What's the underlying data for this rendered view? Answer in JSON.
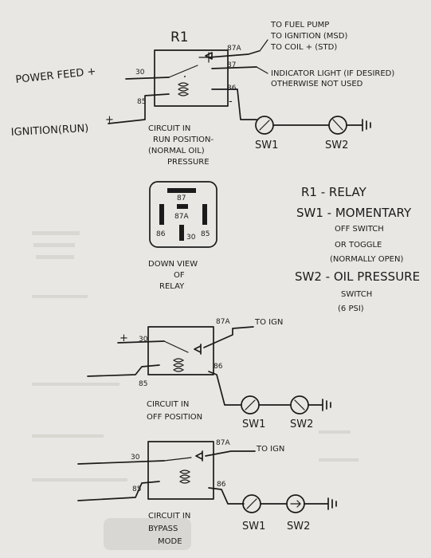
{
  "relay_run": {
    "title": "R1",
    "pin_30": "30",
    "pin_85": "85",
    "pin_87a": "87A",
    "pin_87": "87",
    "pin_86": "86",
    "plus_sign": "+",
    "minus_sign": "-",
    "power_feed": "POWER FEED +",
    "ignition_run": "IGNITION(RUN)",
    "note_line1": "TO FUEL PUMP",
    "note_line2": "TO IGNITION (MSD)",
    "note_line3": "TO COIL + (STD)",
    "indicator_line1": "INDICATOR LIGHT (IF DESIRED)",
    "indicator_line2": "OTHERWISE NOT USED",
    "caption_line1": "CIRCUIT IN",
    "caption_line2": "RUN POSITION-",
    "caption_line3": "(NORMAL OIL)",
    "caption_line4": "PRESSURE",
    "sw1": "SW1",
    "sw2": "SW2"
  },
  "relay_top_view": {
    "pin_87": "87",
    "pin_87a": "87A",
    "pin_86": "86",
    "pin_30": "30",
    "pin_85": "85",
    "caption_line1": "DOWN VIEW",
    "caption_line2": "OF",
    "caption_line3": "RELAY"
  },
  "legend": {
    "r1": "R1 - RELAY",
    "sw1_line1": "SW1 - MOMENTARY",
    "sw1_line2": "OFF SWITCH",
    "sw1_line3": "OR TOGGLE",
    "sw1_line4": "(NORMALLY OPEN)",
    "sw2_line1": "SW2 - OIL PRESSURE",
    "sw2_line2": "SWITCH",
    "sw2_line3": "(6 PSI)"
  },
  "relay_off": {
    "pin_30": "30",
    "pin_85": "85",
    "pin_87a": "87A",
    "pin_86": "86",
    "plus_sign": "+",
    "to_ign": "TO IGN",
    "caption_line1": "CIRCUIT IN",
    "caption_line2": "OFF POSITION",
    "sw1": "SW1",
    "sw2": "SW2"
  },
  "relay_bypass": {
    "pin_30": "30",
    "pin_85": "85",
    "pin_87a": "87A",
    "pin_86": "86",
    "to_ign": "TO IGN",
    "caption_line1": "CIRCUIT IN",
    "caption_line2": "BYPASS",
    "caption_line3": "MODE",
    "sw1": "SW1",
    "sw2": "SW2"
  }
}
